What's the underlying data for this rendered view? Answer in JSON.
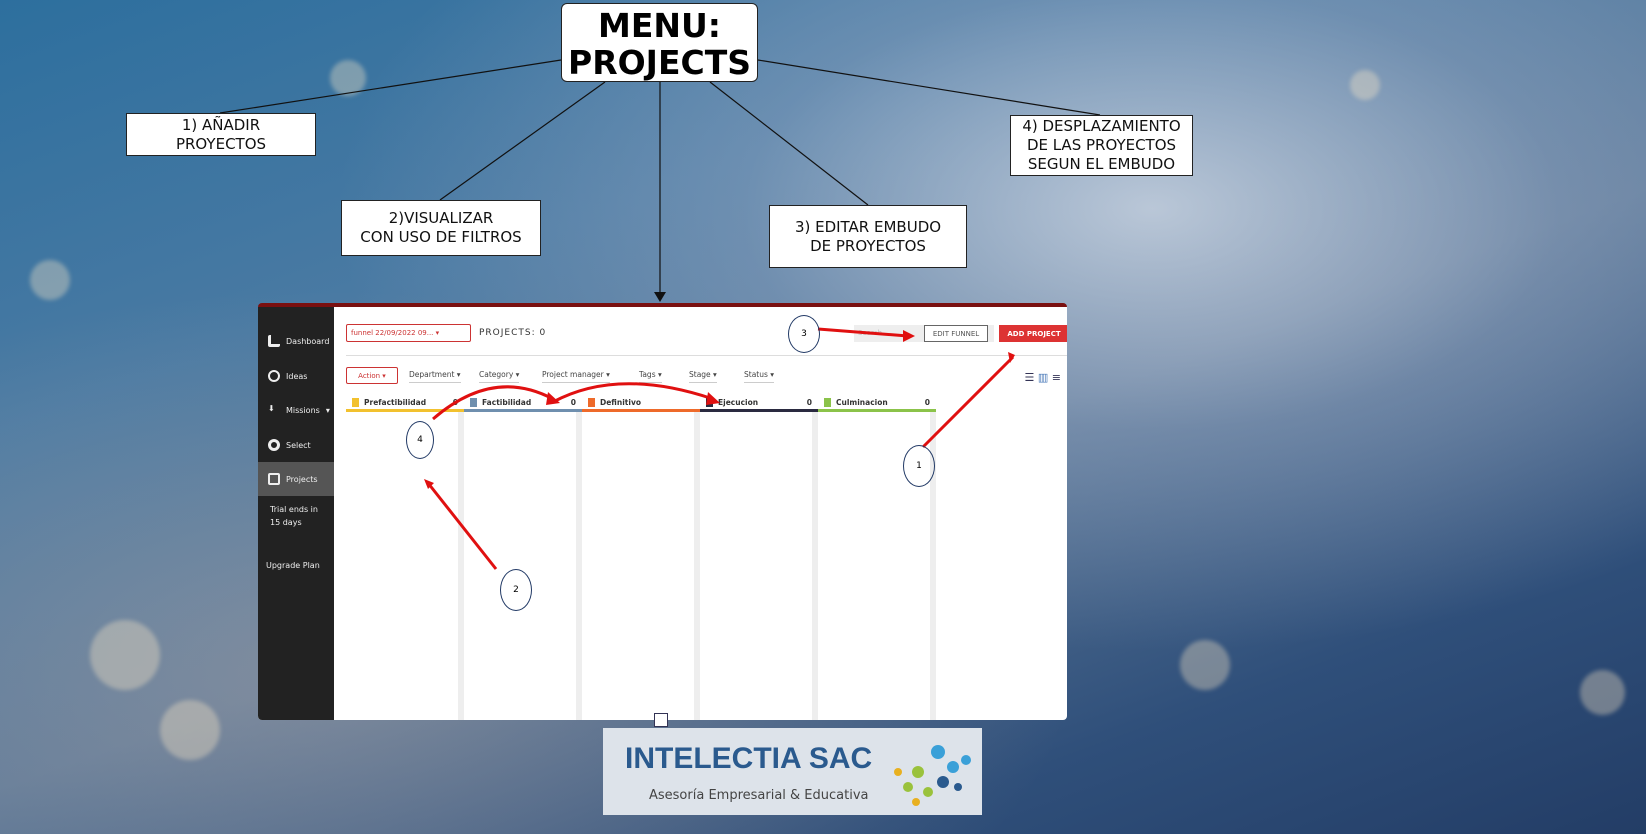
{
  "menu_title": [
    "MENU:",
    "PROJECTS"
  ],
  "notes": {
    "n1": [
      "1) AÑADIR",
      "PROYECTOS"
    ],
    "n2": [
      "2)VISUALIZAR",
      "CON USO DE FILTROS"
    ],
    "n3": [
      "3) EDITAR EMBUDO",
      "DE PROYECTOS"
    ],
    "n4": [
      "4) DESPLAZAMIENTO",
      "DE LAS PROYECTOS",
      "SEGUN EL EMBUDO"
    ]
  },
  "app": {
    "sidebar": [
      "Dashboard",
      "Ideas",
      "Missions",
      "Select",
      "Projects"
    ],
    "trial": [
      "Trial ends in",
      "15 days"
    ],
    "upgrade": "Upgrade Plan",
    "funnel": "funnel 22/09/2022 09... ▾",
    "count": "PROJECTS: 0",
    "search_placeholder": "Search..",
    "edit_funnel": "EDIT FUNNEL",
    "add_project": "ADD PROJECT",
    "action": "Action ▾",
    "filters": [
      "Department ▾",
      "Category ▾",
      "Project manager ▾",
      "Tags ▾",
      "Stage ▾",
      "Status ▾"
    ],
    "columns": [
      {
        "name": "Prefactibilidad",
        "count": "0",
        "color": "#f2c12e"
      },
      {
        "name": "Factibilidad",
        "count": "0",
        "color": "#6f8fae"
      },
      {
        "name": "Definitivo",
        "count": "",
        "color": "#ee6a2a"
      },
      {
        "name": "Ejecucion",
        "count": "0",
        "color": "#2a2a40"
      },
      {
        "name": "Culminacion",
        "count": "0",
        "color": "#8bc34a"
      }
    ]
  },
  "callouts": [
    "1",
    "2",
    "3",
    "4"
  ],
  "logo": {
    "title": "INTELECTIA SAC",
    "subtitle": "Asesoría Empresarial & Educativa"
  }
}
